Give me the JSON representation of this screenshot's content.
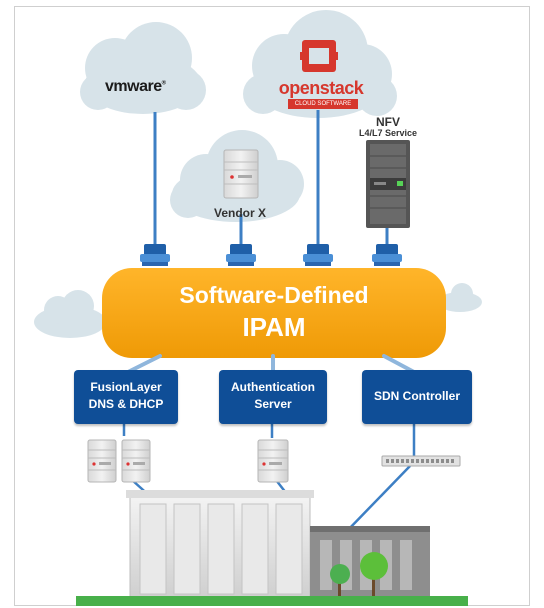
{
  "diagram": {
    "center": {
      "line1": "Software-Defined",
      "line2": "IPAM"
    },
    "clouds": {
      "vmware": {
        "brand": "vmware",
        "reg": "®"
      },
      "openstack": {
        "brand": "openstack",
        "tagline": "CLOUD SOFTWARE"
      },
      "vendor": {
        "label": "Vendor X"
      }
    },
    "nfv": {
      "title": "NFV",
      "subtitle": "L4/L7 Service"
    },
    "boxes": [
      {
        "line1": "FusionLayer",
        "line2": "DNS & DHCP"
      },
      {
        "line1": "Authentication",
        "line2": "Server"
      },
      {
        "line1": "SDN Controller",
        "line2": ""
      }
    ],
    "colors": {
      "ipam": "#f6a410",
      "box": "#0f4e97",
      "cloud": "#d7e3e9",
      "link": "#3d7fc4",
      "grass": "#48b04a",
      "openstack_red": "#d6372d"
    }
  }
}
